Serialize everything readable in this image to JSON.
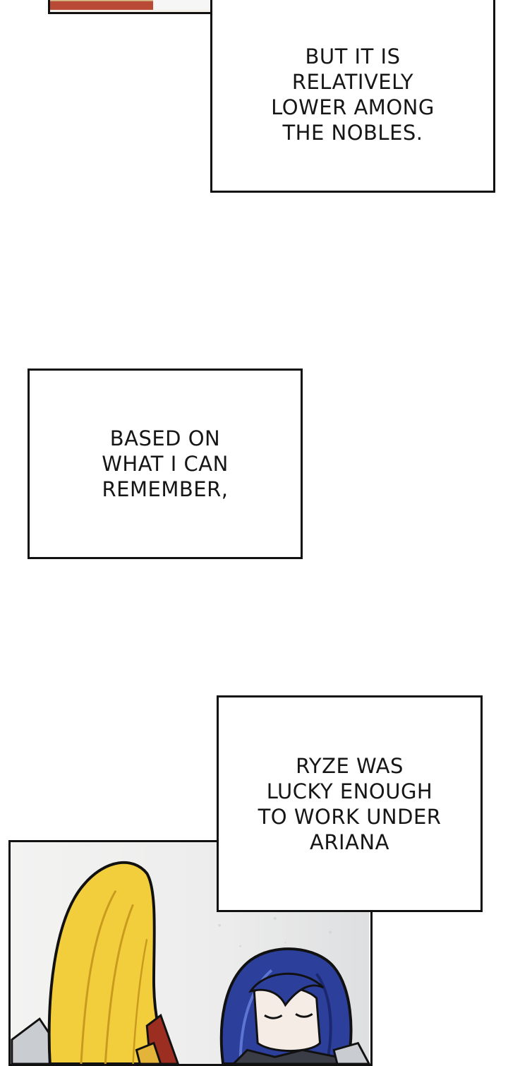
{
  "captions": [
    {
      "text": "BUT IT IS\nRELATIVELY\nLOWER AMONG\nTHE NOBLES."
    },
    {
      "text": "BASED ON\nWHAT I CAN\nREMEMBER,"
    },
    {
      "text": "RYZE WAS\nLUCKY ENOUGH\nTO WORK UNDER\nARIANA"
    }
  ],
  "colors": {
    "ink": "#111111",
    "hair_blonde": "#f2cd3c",
    "hair_blue": "#2c3f9a",
    "cloak_red": "#9b2e20",
    "armor_silver": "#c9ccd1"
  }
}
